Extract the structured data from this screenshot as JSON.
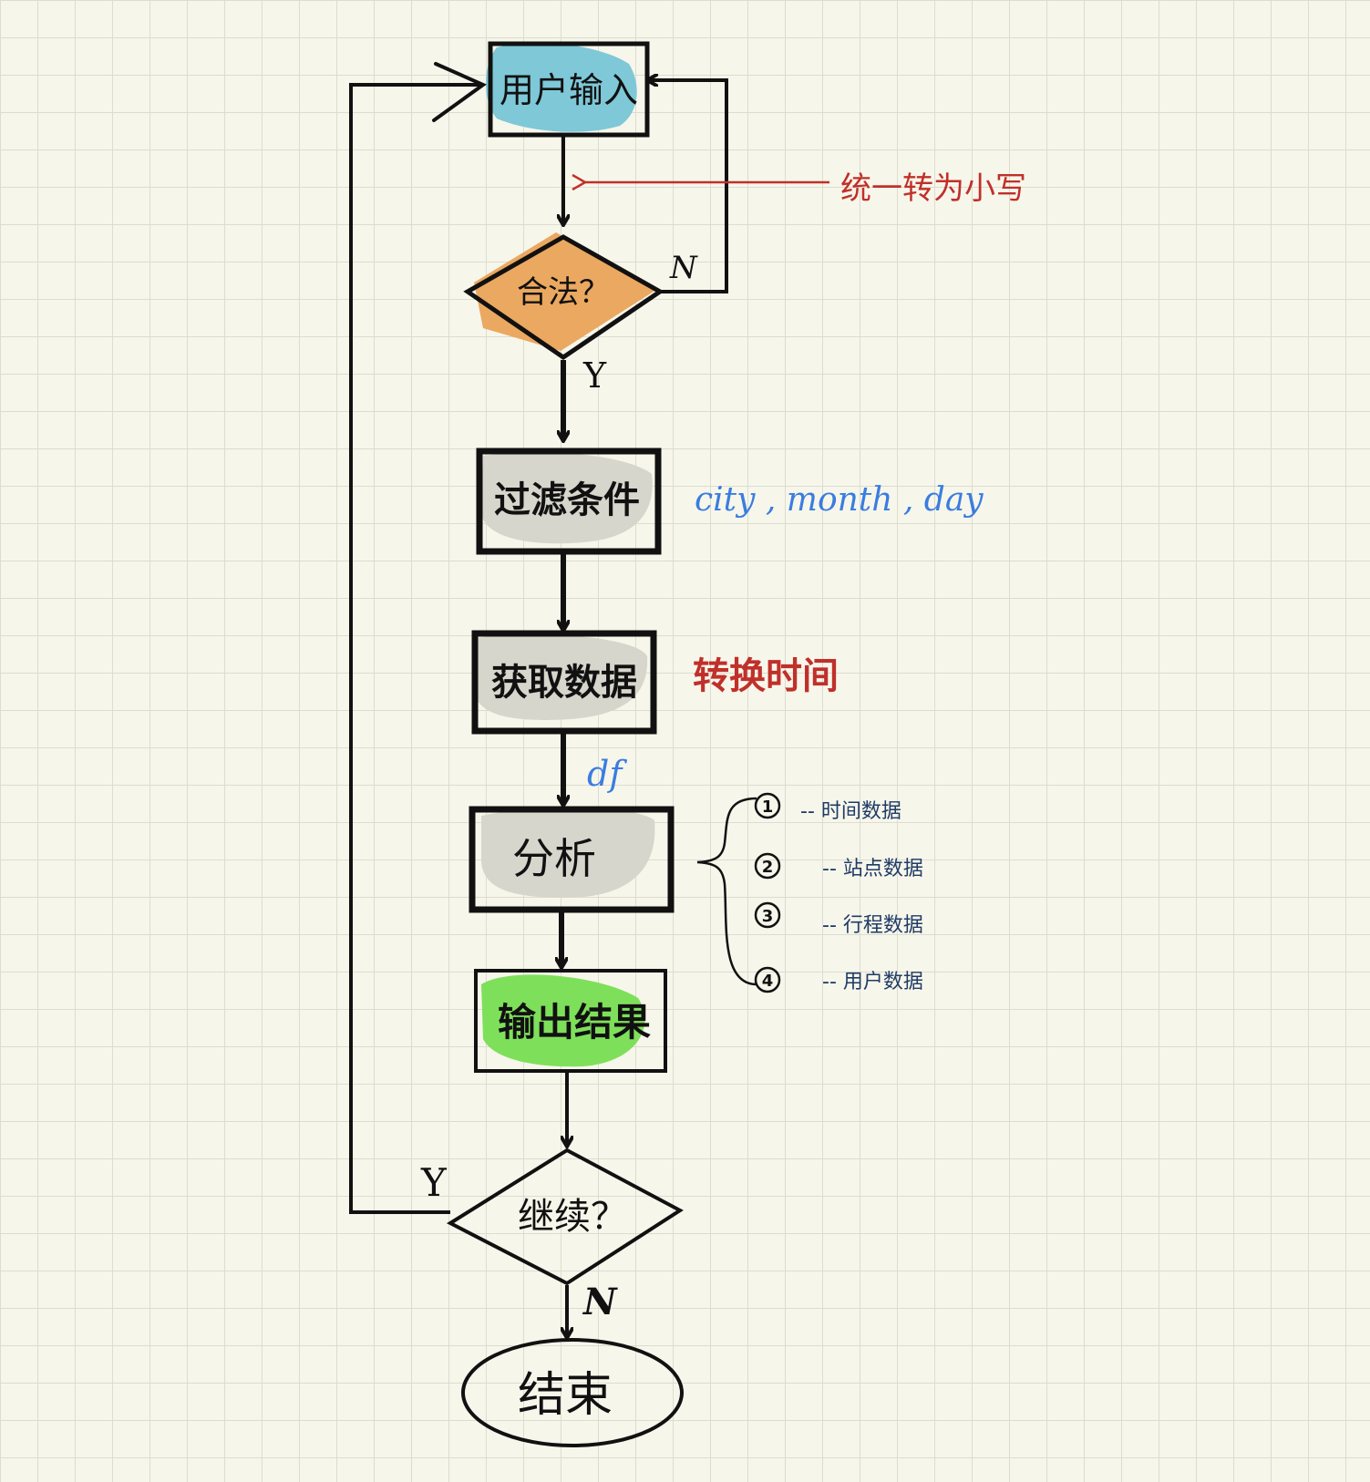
{
  "colors": {
    "ink": "#111111",
    "red": "#c0302a",
    "blue": "#3a7de0",
    "navy": "#1f3b66",
    "input_fill": "#7ec8d8",
    "decision_fill": "#eba860",
    "gray_fill": "#d6d6cc",
    "green_fill": "#7ee05a"
  },
  "nodes": {
    "user_input": "用户输入",
    "valid": "合法？",
    "filter": "过滤条件",
    "get_data": "获取数据",
    "analyze": "分析",
    "output": "输出结果",
    "continue_q": "继续？",
    "end": "结束"
  },
  "edges": {
    "valid_no": "N",
    "valid_yes": "Y",
    "continue_yes": "Y",
    "continue_no": "N"
  },
  "annotations": {
    "lowercase_note": "统一转为小写",
    "filter_params": "city , month , day",
    "convert_time": "转换时间",
    "df": "df"
  },
  "analysis_items": [
    {
      "num": "1",
      "label": "-- 时间数据"
    },
    {
      "num": "2",
      "label": "-- 站点数据"
    },
    {
      "num": "3",
      "label": "-- 行程数据"
    },
    {
      "num": "4",
      "label": "-- 用户数据"
    }
  ]
}
